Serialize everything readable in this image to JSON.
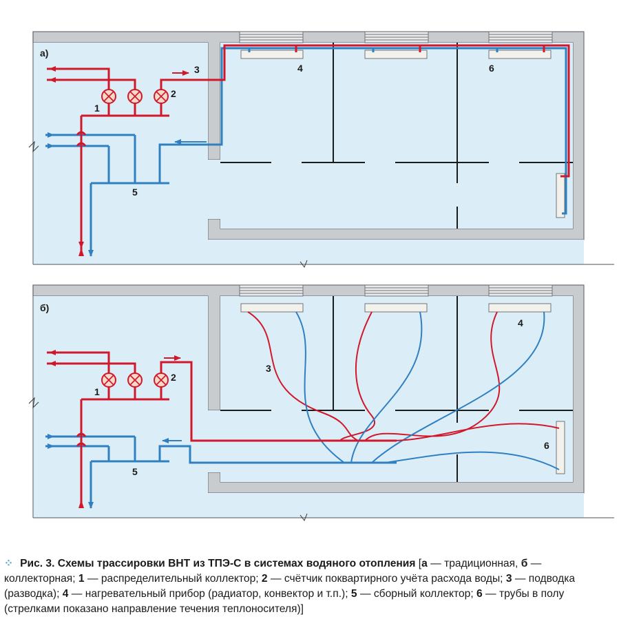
{
  "colors": {
    "supply": "#d0182a",
    "return": "#2f7fc1",
    "room": "#dbeef8",
    "wall": "#c9ccce",
    "wall_edge": "#6f7377"
  },
  "diagram_a": {
    "panel_label": "а)",
    "labels": {
      "collector_dist": "1",
      "meters": "2",
      "piping": "3",
      "radiator": "4",
      "collector_return": "5",
      "floor_pipes": "6"
    }
  },
  "diagram_b": {
    "panel_label": "б)",
    "labels": {
      "collector_dist": "1",
      "meters": "2",
      "piping": "3",
      "radiator": "4",
      "collector_return": "5",
      "floor_pipes": "6"
    }
  },
  "caption": {
    "title": "Рис. 3. Схемы трассировки ВНТ из ТПЭ-С в системах водяного отопления",
    "items": [
      {
        "key": "а",
        "text": "— традиционная,"
      },
      {
        "key": "б",
        "text": "— коллекторная;"
      },
      {
        "key": "1",
        "text": "— распределительный коллектор;"
      },
      {
        "key": "2",
        "text": "— счётчик поквартирного учёта расхода воды;"
      },
      {
        "key": "3",
        "text": "— подводка (разводка);"
      },
      {
        "key": "4",
        "text": "— нагревательный прибор (радиатор, конвектор и т.п.);"
      },
      {
        "key": "5",
        "text": "— сборный коллектор;"
      },
      {
        "key": "6",
        "text": "— трубы в полу (стрелками показано направление течения теплоносителя)]"
      }
    ]
  }
}
